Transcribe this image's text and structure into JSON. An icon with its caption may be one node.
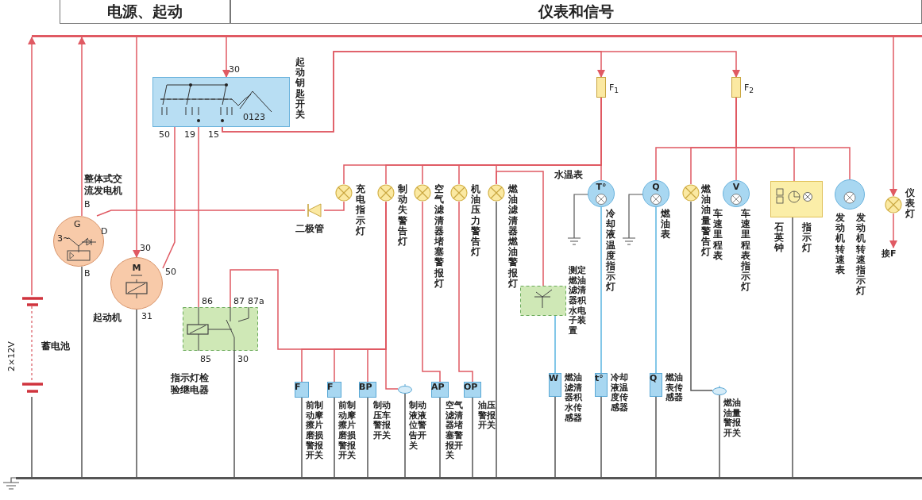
{
  "diagram": {
    "nodes": [
      {
        "text": [
          "电源、起动"
        ]
      },
      {
        "text": [
          "仪表和信号"
        ]
      },
      {
        "text": [],
        "shape": "bar"
      },
      {
        "text": [
          "0123",
          "起动钥匙开关"
        ],
        "beside": [
          "30",
          "50",
          "19",
          "15"
        ]
      },
      {
        "text": [
          "F$_{1}$"
        ]
      },
      {
        "text": [
          "F$_{2}$"
        ]
      },
      {
        "text": [
          "G",
          "3~",
          "整体式交流发电机"
        ],
        "beside": [
          "B",
          "D",
          "B"
        ]
      },
      {
        "text": [
          "二极管"
        ]
      },
      {
        "text": [
          "充电指示灯"
        ]
      },
      {
        "text": [
          "制动失警告灯"
        ]
      },
      {
        "text": [
          "空气滤清器堵塞警报灯"
        ]
      },
      {
        "text": [
          "机油压力警告灯"
        ]
      },
      {
        "text": [
          "燃油滤清器燃油警报灯"
        ]
      },
      {
        "text": [
          "T°",
          "水温表",
          "冷却液温度指示灯"
        ]
      },
      {
        "text": [
          "Q",
          "燃油表"
        ]
      },
      {
        "text": [
          "燃油油量警告灯"
        ]
      },
      {
        "text": [
          "V",
          "车速里程表",
          "车速里程表指示灯"
        ]
      },
      {
        "text": [
          "石英钟",
          "指示灯"
        ]
      },
      {
        "text": [
          "发动机转速表",
          "发动机转速指示灯"
        ]
      },
      {
        "text": [
          "仪表灯"
        ]
      },
      {
        "text": [
          "接F"
        ]
      },
      {
        "text": [
          "M",
          "起动机"
        ],
        "beside": [
          "30",
          "50",
          "31"
        ]
      },
      {
        "text": [
          "蓄电池"
        ],
        "beside": [
          "2×12V"
        ]
      },
      {
        "text": [
          "指示灯检验继电器"
        ],
        "beside": [
          "86",
          "87",
          "87a",
          "85",
          "30"
        ]
      },
      {
        "text": [
          "测定燃油滤清器积水电子装置"
        ]
      },
      {
        "text": [
          "F",
          "前制动摩擦片磨损警报开关"
        ]
      },
      {
        "text": [
          "F",
          "前制动摩擦片磨损警报开关"
        ]
      },
      {
        "text": [
          "BP",
          "制动压车警报开关"
        ]
      },
      {
        "text": [
          "制动液液位警告开关"
        ]
      },
      {
        "text": [
          "AP",
          "空气滤清器堵塞警报开关"
        ]
      },
      {
        "text": [
          "OP",
          "油压警报开关"
        ]
      },
      {
        "text": [
          "W",
          "燃油滤清器积水传感器"
        ]
      },
      {
        "text": [
          "t°",
          "冷却液温度传感器"
        ]
      },
      {
        "text": [
          "Q",
          "燃油表传感器"
        ]
      },
      {
        "text": [
          "燃油油量警报开关"
        ]
      },
      {
        "text": [],
        "shape": "bar"
      }
    ],
    "edges": [
      {
        "from": 22,
        "to": 2,
        "arrow": "to"
      },
      {
        "from": 6,
        "to": 2,
        "arrow": "to"
      },
      {
        "from": 2,
        "to": 21,
        "arrow": "to"
      },
      {
        "from": 2,
        "to": 3,
        "arrow": "to"
      },
      {
        "from": 3,
        "to": 4,
        "arrow": "to"
      },
      {
        "from": 3,
        "to": 5,
        "arrow": "to"
      },
      {
        "from": 4,
        "to": 13,
        "arrow": "none"
      },
      {
        "from": 4,
        "to": 8,
        "arrow": "none"
      },
      {
        "from": 4,
        "to": 9,
        "arrow": "none"
      },
      {
        "from": 4,
        "to": 10,
        "arrow": "none"
      },
      {
        "from": 4,
        "to": 11,
        "arrow": "none"
      },
      {
        "from": 4,
        "to": 12,
        "arrow": "none"
      },
      {
        "from": 6,
        "to": 7,
        "arrow": "none"
      },
      {
        "from": 7,
        "to": 8,
        "arrow": "none"
      },
      {
        "from": 3,
        "to": 21,
        "arrow": "none"
      },
      {
        "from": 3,
        "to": 23,
        "arrow": "none"
      },
      {
        "from": 23,
        "to": 9,
        "arrow": "none"
      },
      {
        "from": 9,
        "to": 25,
        "arrow": "none"
      },
      {
        "from": 9,
        "to": 26,
        "arrow": "none"
      },
      {
        "from": 9,
        "to": 27,
        "arrow": "none"
      },
      {
        "from": 9,
        "to": 28,
        "arrow": "none"
      },
      {
        "from": 10,
        "to": 29,
        "arrow": "none"
      },
      {
        "from": 11,
        "to": 30,
        "arrow": "none"
      },
      {
        "from": 12,
        "to": 24,
        "arrow": "none"
      },
      {
        "from": 24,
        "to": 31,
        "arrow": "none",
        "color": "#5ab4e0"
      },
      {
        "from": 13,
        "to": 32,
        "arrow": "none",
        "color": "#5ab4e0"
      },
      {
        "from": 14,
        "to": 33,
        "arrow": "none",
        "color": "#5ab4e0"
      },
      {
        "from": 15,
        "to": 34,
        "arrow": "none",
        "color": "#555555"
      },
      {
        "from": 5,
        "to": 16,
        "arrow": "none"
      },
      {
        "from": 5,
        "to": 14,
        "arrow": "none"
      },
      {
        "from": 5,
        "to": 15,
        "arrow": "none"
      },
      {
        "from": 5,
        "to": 17,
        "arrow": "none"
      },
      {
        "from": 5,
        "to": 18,
        "arrow": "none"
      },
      {
        "from": 2,
        "to": 19,
        "arrow": "to"
      },
      {
        "from": 19,
        "to": 20,
        "arrow": "to"
      },
      {
        "from": 22,
        "to": 35,
        "arrow": "none",
        "color": "#555555"
      },
      {
        "from": 6,
        "to": 35,
        "arrow": "none",
        "color": "#555555"
      },
      {
        "from": 21,
        "to": 35,
        "arrow": "none",
        "color": "#555555"
      },
      {
        "from": 23,
        "to": 35,
        "arrow": "none",
        "color": "#555555"
      },
      {
        "from": 25,
        "to": 35,
        "arrow": "none",
        "color": "#555555"
      },
      {
        "from": 26,
        "to": 35,
        "arrow": "none",
        "color": "#555555"
      },
      {
        "from": 27,
        "to": 35,
        "arrow": "none",
        "color": "#555555"
      },
      {
        "from": 28,
        "to": 35,
        "arrow": "none",
        "color": "#555555"
      },
      {
        "from": 29,
        "to": 35,
        "arrow": "none",
        "color": "#555555"
      },
      {
        "from": 30,
        "to": 35,
        "arrow": "none",
        "color": "#555555"
      },
      {
        "from": 12,
        "to": 35,
        "arrow": "none",
        "color": "#555555"
      },
      {
        "from": 31,
        "to": 35,
        "arrow": "none",
        "color": "#555555"
      },
      {
        "from": 32,
        "to": 35,
        "arrow": "none",
        "color": "#555555"
      },
      {
        "from": 33,
        "to": 35,
        "arrow": "none",
        "color": "#555555"
      },
      {
        "from": 34,
        "to": 35,
        "arrow": "none",
        "color": "#555555"
      },
      {
        "from": 17,
        "to": 35,
        "arrow": "none",
        "color": "#555555"
      }
    ]
  }
}
